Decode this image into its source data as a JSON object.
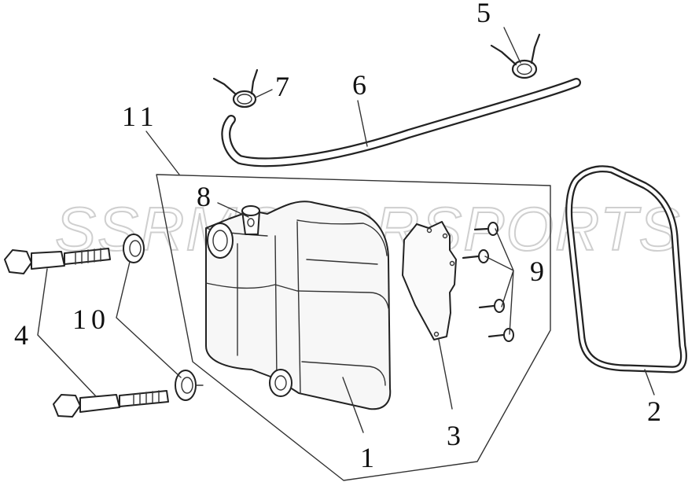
{
  "watermark": "SSRMOTORSPORTS",
  "labels": {
    "cover": "1",
    "gasket": "2",
    "plate": "3",
    "bolt": "4",
    "clamp_right": "5",
    "hose": "6",
    "clamp_left": "7",
    "nipple": "8",
    "screws": "9",
    "washer": "10",
    "assembly": "11"
  }
}
